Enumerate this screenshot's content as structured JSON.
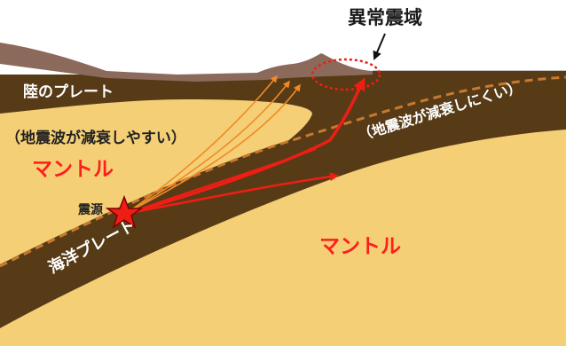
{
  "labels": {
    "anomaly_zone": "異常震域",
    "continental_plate": "陸のプレート",
    "continental_note": "（地震波が減衰しやすい）",
    "mantle_upper": "マントル",
    "hypocenter": "震源",
    "mantle_lower": "マントル",
    "oceanic_plate": "海洋プレート",
    "slab_note": "（地震波が減衰しにくい）"
  },
  "colors": {
    "mantle": "#f5cf76",
    "plate": "#573b17",
    "land_surface": "#8b6a5c",
    "red_wave": "#ef1e14",
    "orange_wave": "#f08a26",
    "dashed_boundary": "#c87930"
  },
  "icons": {
    "hypocenter": "red-star-icon"
  }
}
